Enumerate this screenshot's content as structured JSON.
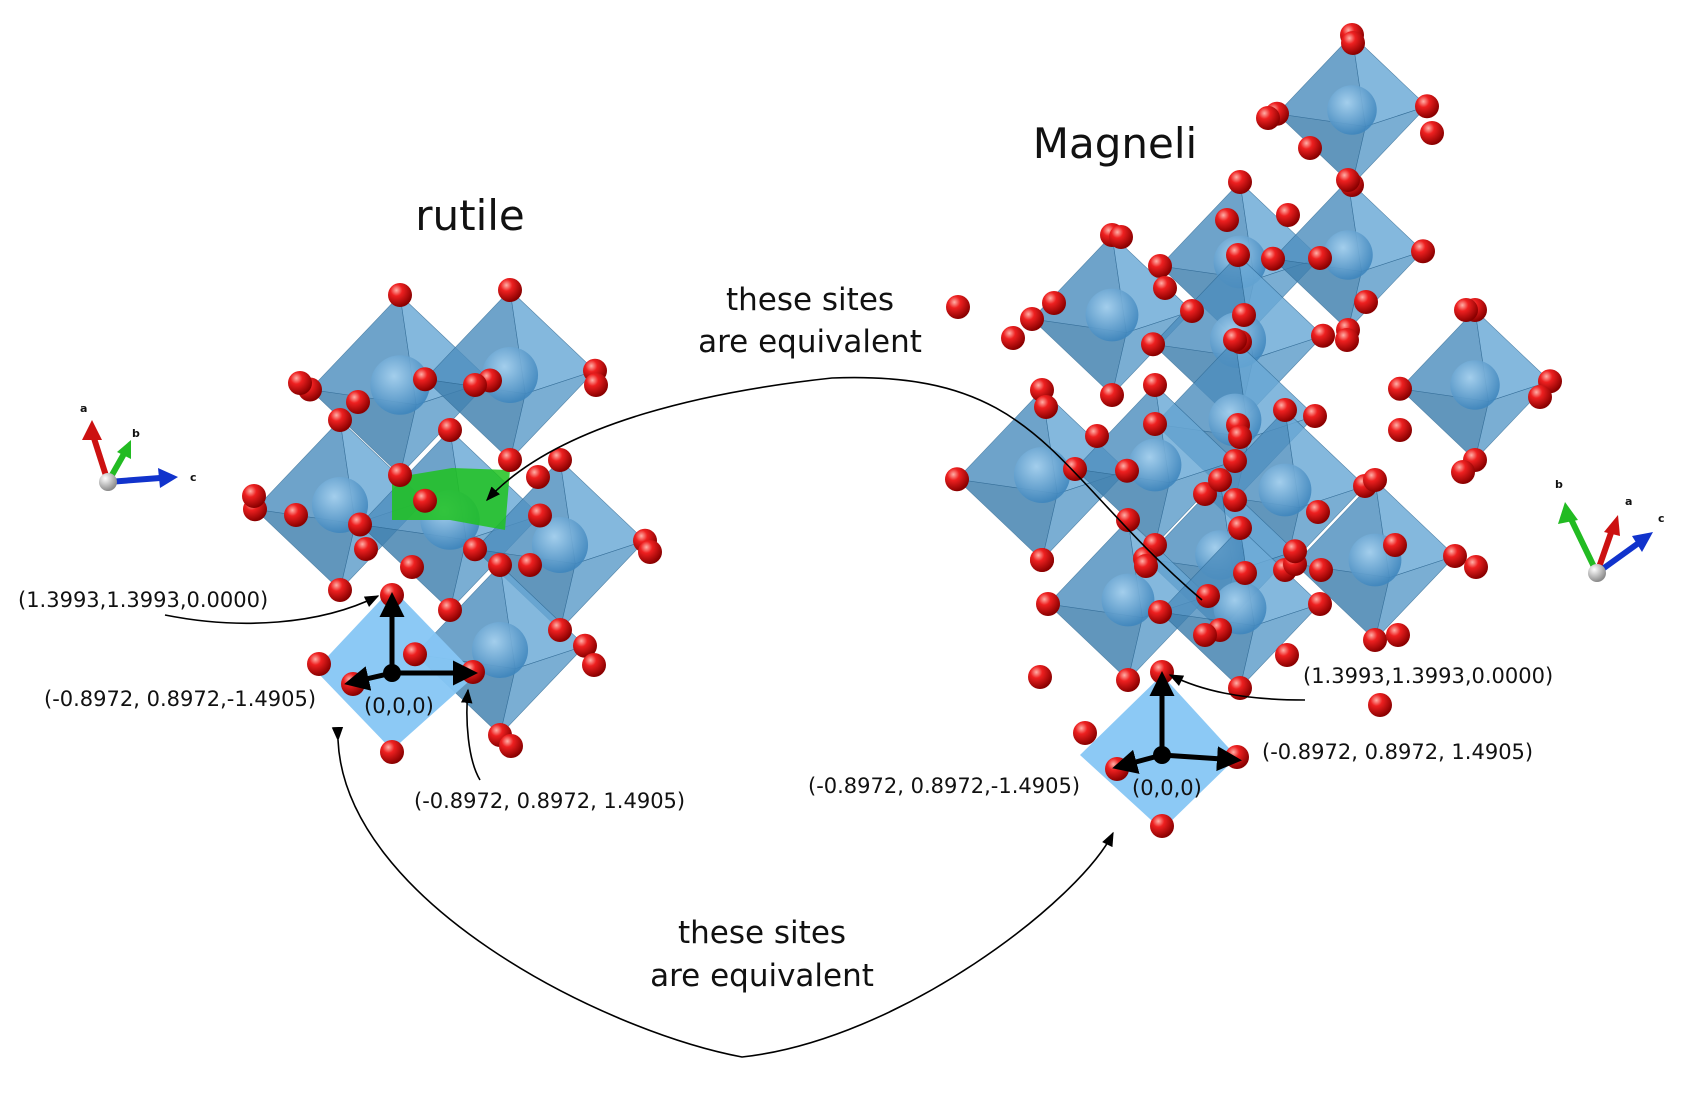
{
  "titles": {
    "rutile": "rutile",
    "magneli": "Magneli"
  },
  "notes": {
    "top_line1": "these sites",
    "top_line2": "are equivalent",
    "bottom_line1": "these sites",
    "bottom_line2": "are equivalent"
  },
  "rutile": {
    "coord_up": "(1.3993,1.3993,0.0000)",
    "coord_left": "(-0.8972, 0.8972,-1.4905)",
    "coord_origin": "(0,0,0)",
    "coord_right": "(-0.8972, 0.8972, 1.4905)",
    "axes": {
      "a": "a",
      "b": "b",
      "c": "c"
    }
  },
  "magneli": {
    "coord_up": "(1.3993,1.3993,0.0000)",
    "coord_left": "(-0.8972, 0.8972,-1.4905)",
    "coord_origin": "(0,0,0)",
    "coord_right": "(-0.8972, 0.8972, 1.4905)",
    "axes": {
      "a": "a",
      "b": "b",
      "c": "c"
    }
  },
  "colors": {
    "octahedron": "#5b9bc9",
    "octahedron_highlight": "#86c6f4",
    "highlight_green": "#1fc21f",
    "oxygen": "#e01010",
    "axis_a": "#cc1111",
    "axis_b": "#22bb22",
    "axis_c": "#1133cc"
  }
}
